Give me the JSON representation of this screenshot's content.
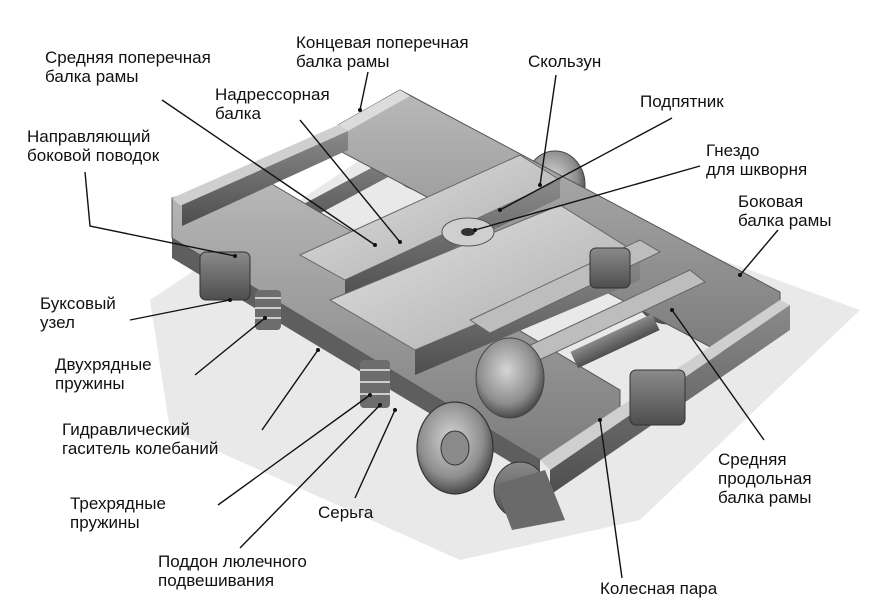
{
  "title": "",
  "labels": {
    "srednyaya_poperechnaya": [
      "Средняя поперечная",
      "балка рамы"
    ],
    "koncevaya_poperechnaya": [
      "Концевая поперечная",
      "балка рамы"
    ],
    "skolzun": [
      "Скользун"
    ],
    "nadressornaya": [
      "Надрессорная",
      "балка"
    ],
    "podpyatnik": [
      "Подпятник"
    ],
    "napravlyayushchiy": [
      "Направляющий",
      "боковой поводок"
    ],
    "gnezdo": [
      "Гнездо",
      "для шкворня"
    ],
    "bokovaya": [
      "Боковая",
      "балка рамы"
    ],
    "buksovyy": [
      "Буксовый",
      "узел"
    ],
    "dvuhryadnye": [
      "Двухрядные",
      "пружины"
    ],
    "gidravlicheskiy": [
      "Гидравлический",
      "гаситель колебаний"
    ],
    "srednyaya_prodolnaya": [
      "Средняя",
      "продольная",
      "балка рамы"
    ],
    "trehryadnye": [
      "Трехрядные",
      "пружины"
    ],
    "serga": [
      "Серьга"
    ],
    "poddon": [
      "Поддон люлечного",
      "подвешивания"
    ],
    "kolesnaya_para": [
      "Колесная пара"
    ]
  }
}
